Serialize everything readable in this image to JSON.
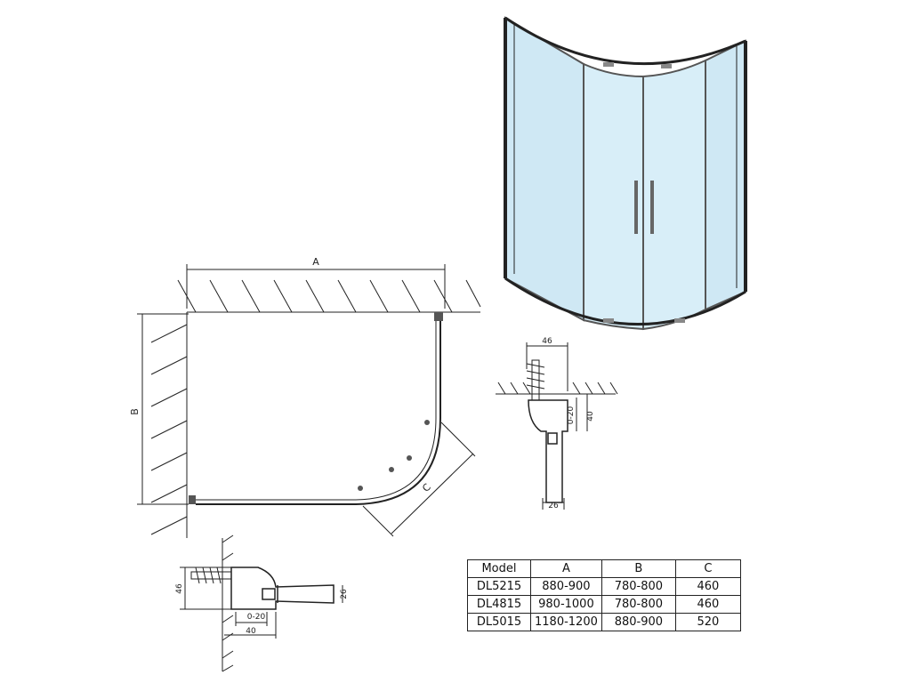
{
  "labels": {
    "dim_a": "A",
    "dim_b": "B",
    "dim_c": "C",
    "profile_top_width": "46",
    "profile_top_depth": "40",
    "profile_top_adjust": "0-20",
    "profile_top_bottom": "26",
    "profile_bottom_height": "46",
    "profile_bottom_right": "26",
    "profile_bottom_adjust": "0-20",
    "profile_bottom_width": "40"
  },
  "spec_table": {
    "headers": [
      "Model",
      "A",
      "B",
      "C"
    ],
    "rows": [
      [
        "DL5215",
        "880-900",
        "780-800",
        "460"
      ],
      [
        "DL4815",
        "980-1000",
        "780-800",
        "460"
      ],
      [
        "DL5015",
        "1180-1200",
        "880-900",
        "520"
      ]
    ]
  },
  "colors": {
    "line": "#222222",
    "glass": "#cfe8f4",
    "glass_edge": "#9ccbe2",
    "frame": "#555555"
  }
}
